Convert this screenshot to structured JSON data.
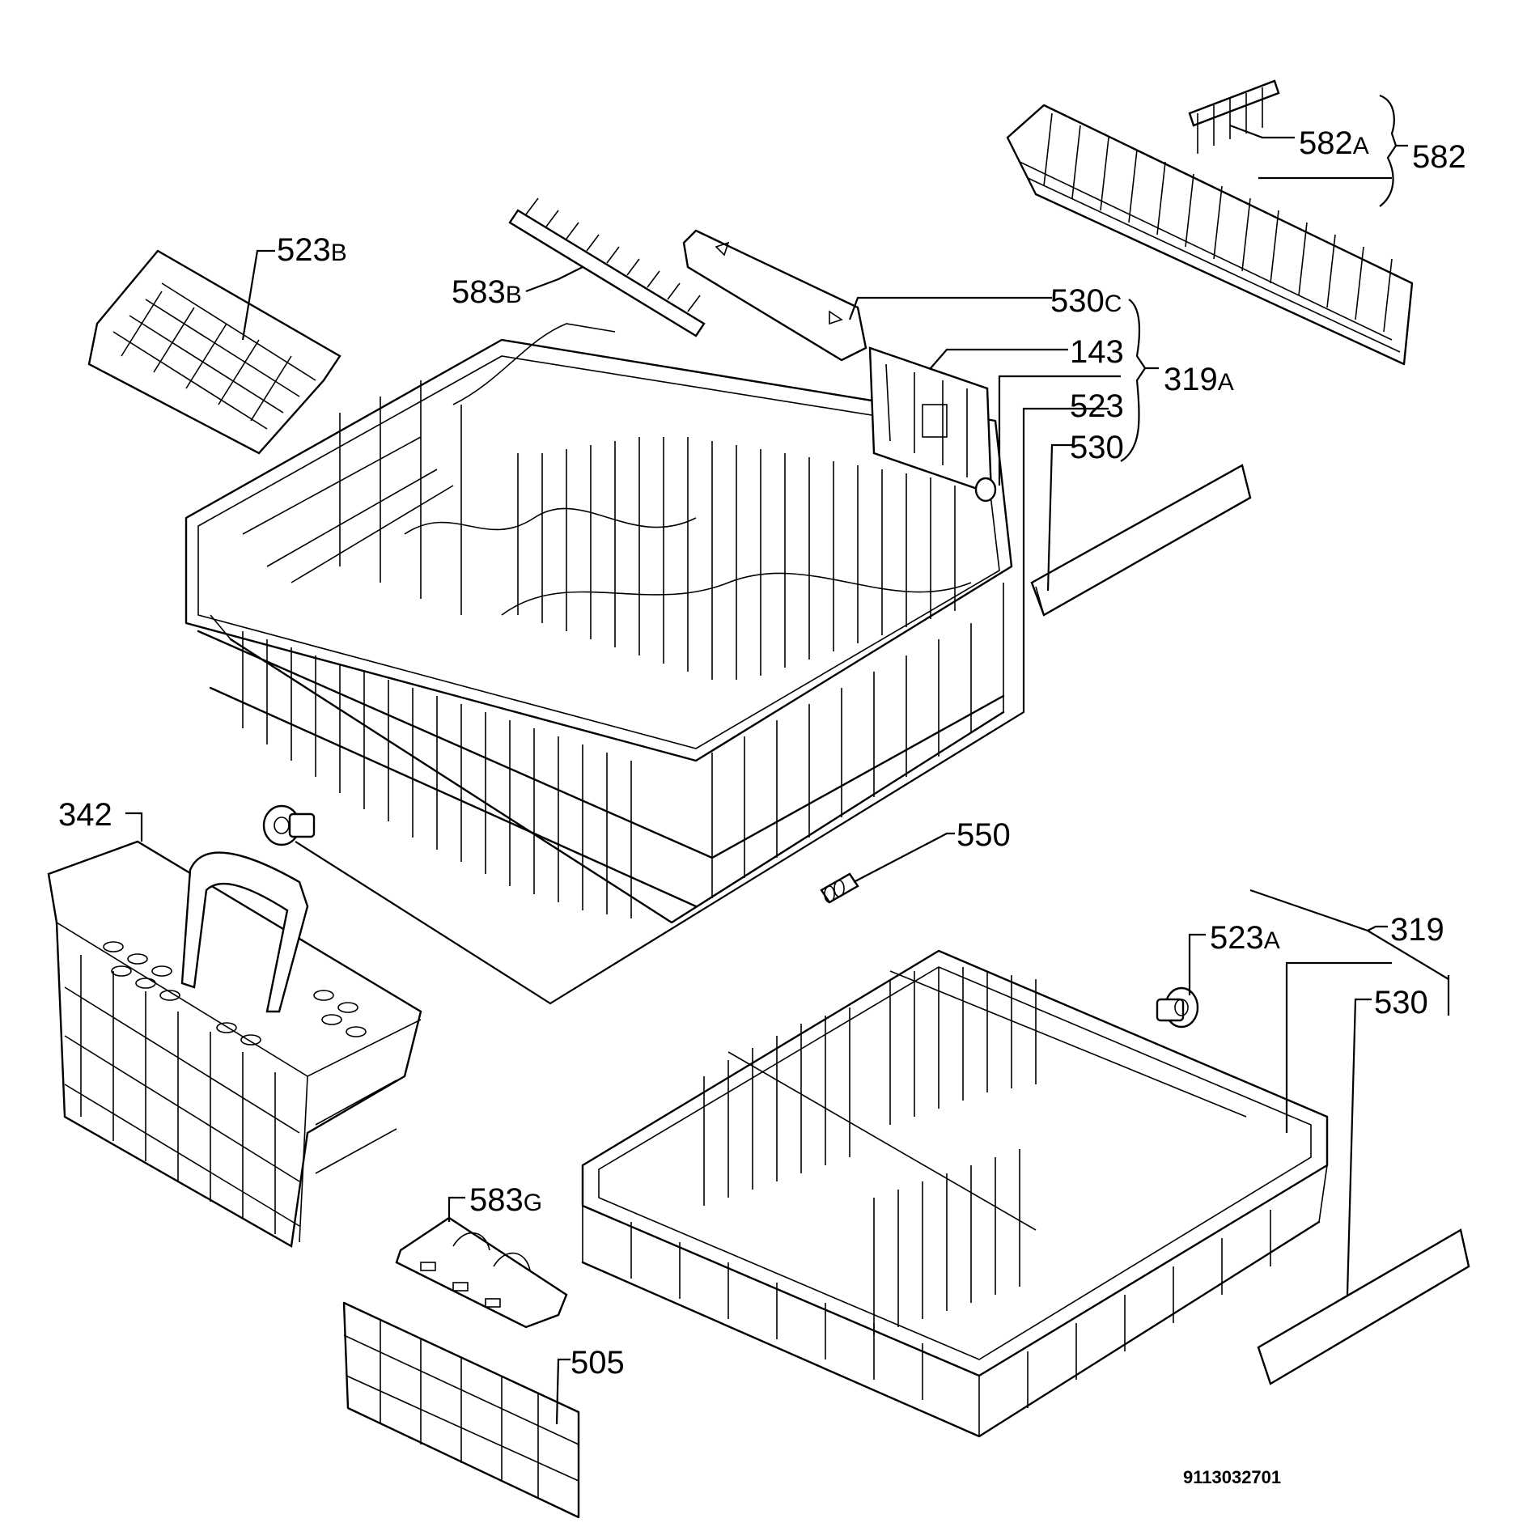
{
  "part_labels": {
    "p582a": "582",
    "p582a_suffix": "A",
    "p582": "582",
    "p523b": "523",
    "p523b_suffix": "B",
    "p583b": "583",
    "p583b_suffix": "B",
    "p530c": "530",
    "p530c_suffix": "C",
    "p143": "143",
    "p319a": "319",
    "p319a_suffix": "A",
    "p523": "523",
    "p530_top": "530",
    "p342": "342",
    "p550": "550",
    "p523a": "523",
    "p523a_suffix": "A",
    "p319": "319",
    "p530_bottom": "530",
    "p583g": "583",
    "p583g_suffix": "G",
    "p505": "505"
  },
  "drawing_number": "9113032701"
}
